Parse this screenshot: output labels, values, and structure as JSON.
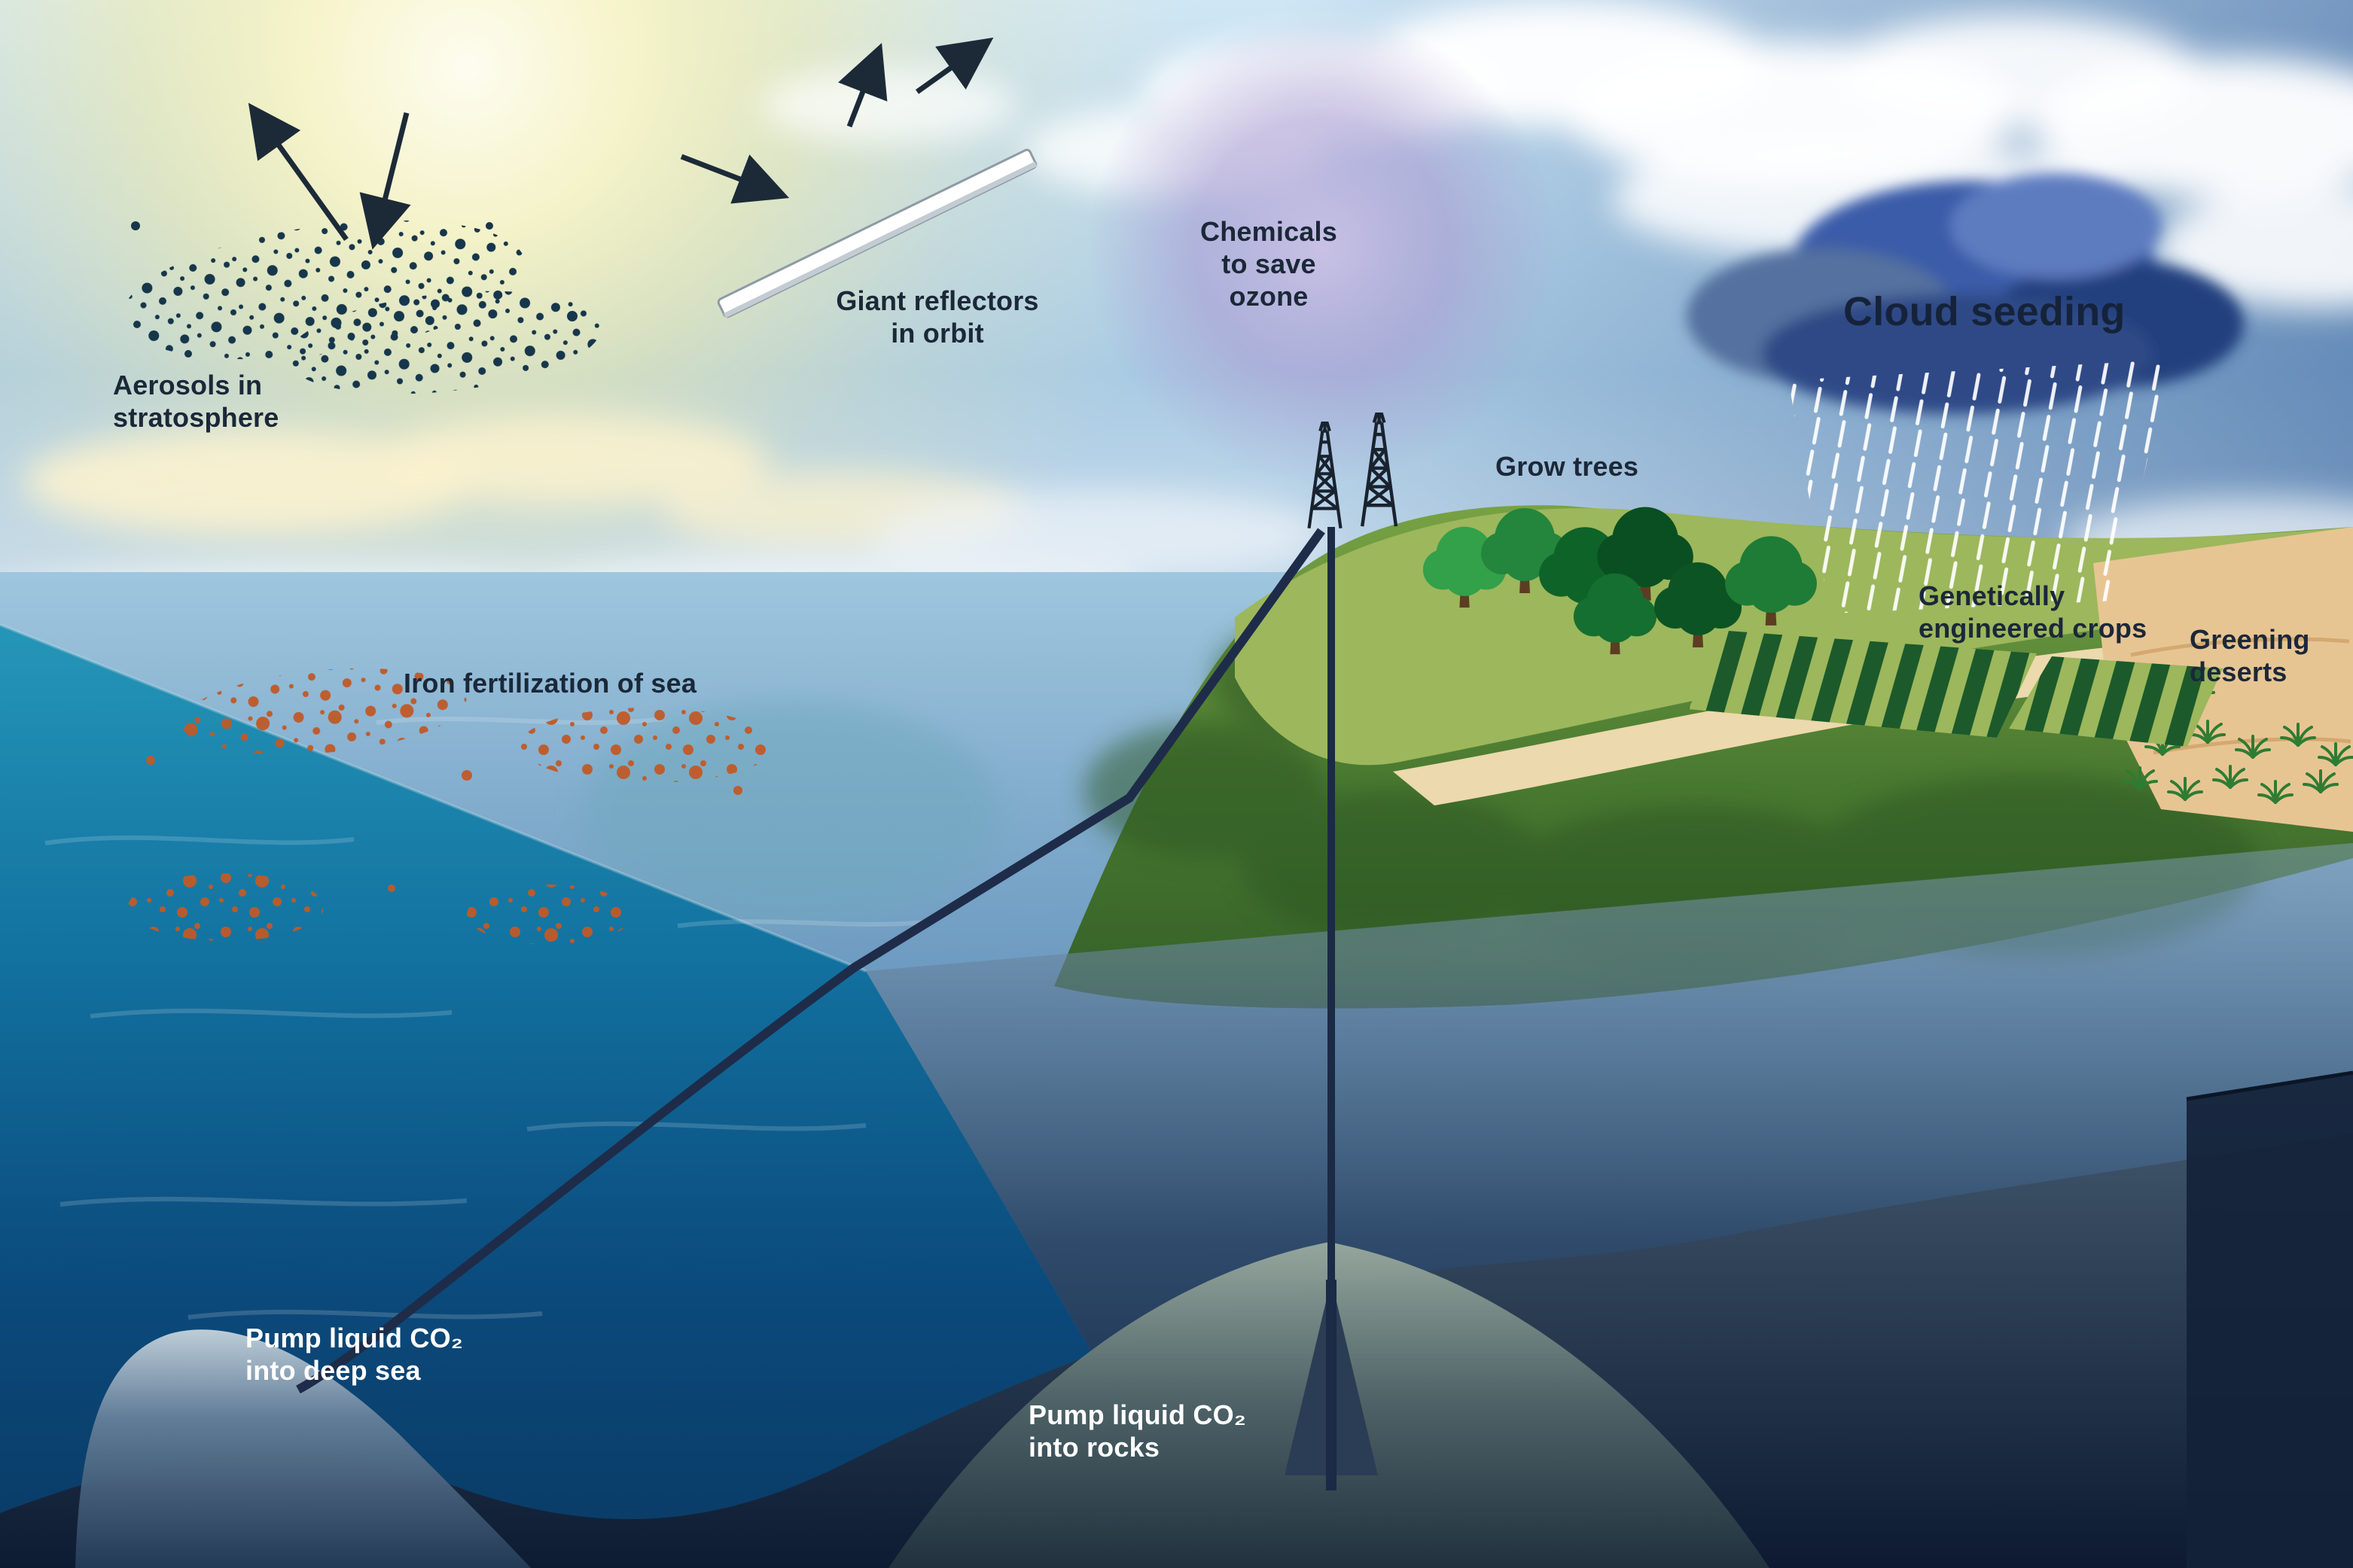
{
  "labels": {
    "aerosols": "Aerosols in\nstratosphere",
    "reflectors": "Giant reflectors\nin orbit",
    "ozone": "Chemicals\nto save\nozone",
    "cloud_seeding": "Cloud seeding",
    "grow_trees": "Grow trees",
    "crops": "Genetically\nengineered crops",
    "deserts": "Greening\ndeserts",
    "iron": "Iron fertilization of sea",
    "co2_sea": "Pump liquid CO₂\ninto deep sea",
    "co2_rocks": "Pump liquid CO₂\ninto rocks"
  },
  "colors": {
    "sun_glow": "#f9f3a8",
    "sky": "#a9cbe4",
    "ozone_glow": "#ab9ed2",
    "seeding_cloud": "#3b5ca8",
    "ocean_deep": "#0b4a7c",
    "ocean_teal": "#2596b8",
    "underwater": "#1b2f52",
    "island_green": "#6f9c3f",
    "plateau_green": "#9db75c",
    "beach_sand": "#ecd9ad",
    "desert_sand": "#e7c593",
    "crop_rows": "#1c5a2b",
    "iron_dust": "#c05a28",
    "aerosol_dots": "#16364c",
    "pipe": "#1b2a45",
    "label_dark": "#1b2838",
    "label_light": "#ffffff"
  }
}
